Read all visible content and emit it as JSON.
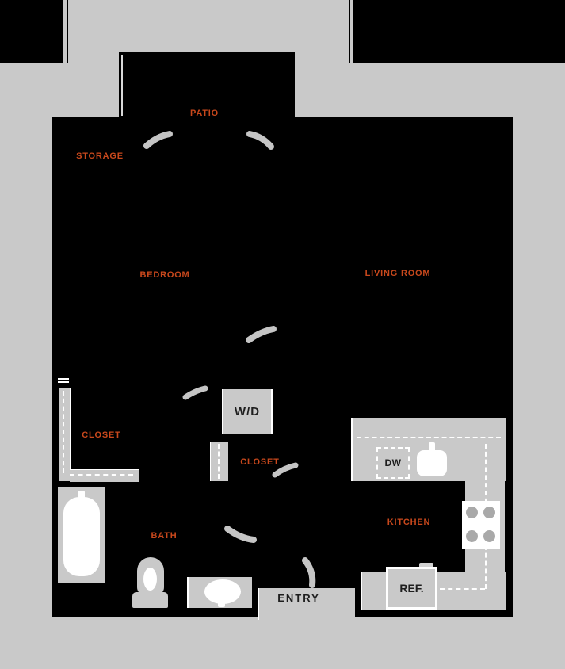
{
  "plan": {
    "type": "apartment-floor-plan",
    "colors": {
      "background": "#c9c9c9",
      "walls_floor": "#000000",
      "room_label": "#c8481c",
      "fixture_label": "#1e1e1e",
      "fixture_fill": "#c9c9c9",
      "highlight": "#ffffff",
      "burner": "#a9a9a9",
      "door_swing": "#c5c5c5"
    },
    "room_labels": {
      "patio": "PATIO",
      "storage": "STORAGE",
      "bedroom": "BEDROOM",
      "living_room": "LIVING ROOM",
      "closet_bedroom": "CLOSET",
      "closet_hall": "CLOSET",
      "bath": "BATH",
      "kitchen": "KITCHEN"
    },
    "fixture_labels": {
      "washer_dryer": "W/D",
      "dishwasher": "DW",
      "refrigerator": "REF.",
      "entry": "ENTRY"
    }
  }
}
